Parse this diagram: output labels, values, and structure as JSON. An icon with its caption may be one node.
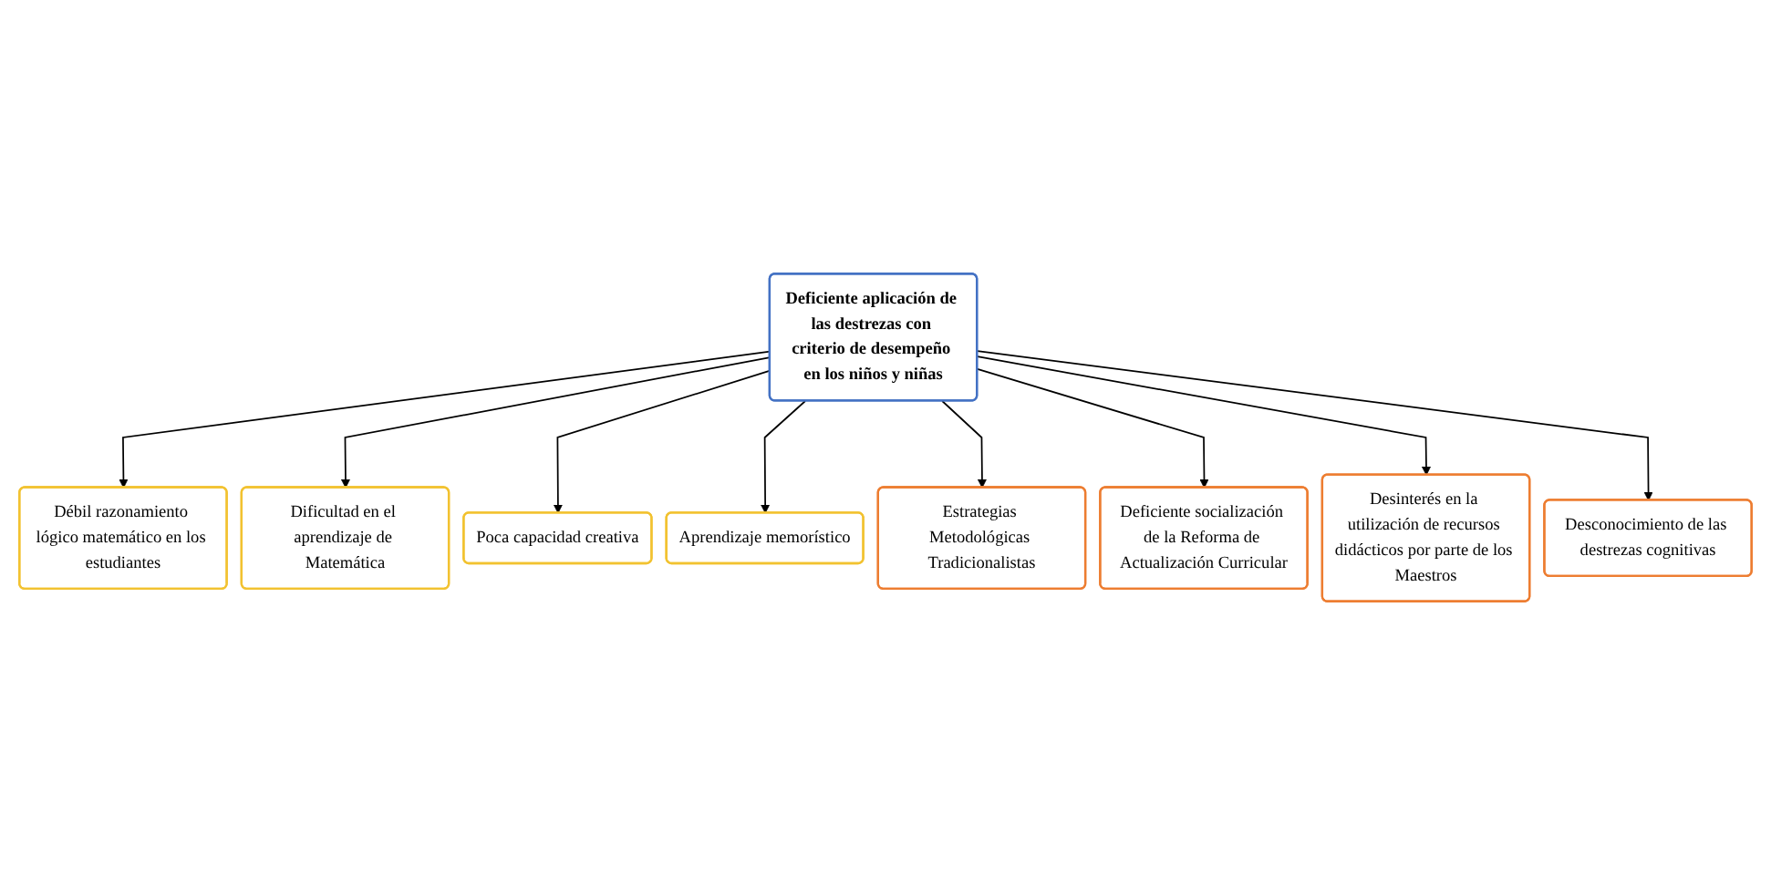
{
  "diagram": {
    "nodes": [
      {
        "text": [
          "Débil razonamiento lógico matemático en los estudiantes"
        ]
      },
      {
        "text": [
          "Dificultad en el aprendizaje de Matemática"
        ]
      },
      {
        "text": [
          "Poca capacidad creativa"
        ]
      },
      {
        "text": [
          "Aprendizaje memorístico"
        ]
      },
      {
        "text": [
          "Deficiente aplicación de las destrezas con criterio de desempeño en los niños y niñas"
        ]
      },
      {
        "text": [
          "Estrategias Metodológicas Tradicionalistas"
        ]
      },
      {
        "text": [
          "Deficiente socialización de la Reforma de Actualización Curricular"
        ]
      },
      {
        "text": [
          "Desinterés en la utilización de recursos didácticos por parte de los Maestros"
        ]
      },
      {
        "text": [
          "Desconocimiento de las destrezas cognitivas"
        ]
      }
    ],
    "edges": [
      {
        "from": 4,
        "to": 0,
        "arrow": "to"
      },
      {
        "from": 4,
        "to": 1,
        "arrow": "to"
      },
      {
        "from": 4,
        "to": 2,
        "arrow": "to"
      },
      {
        "from": 4,
        "to": 3,
        "arrow": "to"
      },
      {
        "from": 4,
        "to": 5,
        "arrow": "to"
      },
      {
        "from": 4,
        "to": 6,
        "arrow": "to"
      },
      {
        "from": 4,
        "to": 7,
        "arrow": "to"
      },
      {
        "from": 4,
        "to": 8,
        "arrow": "to"
      }
    ]
  }
}
